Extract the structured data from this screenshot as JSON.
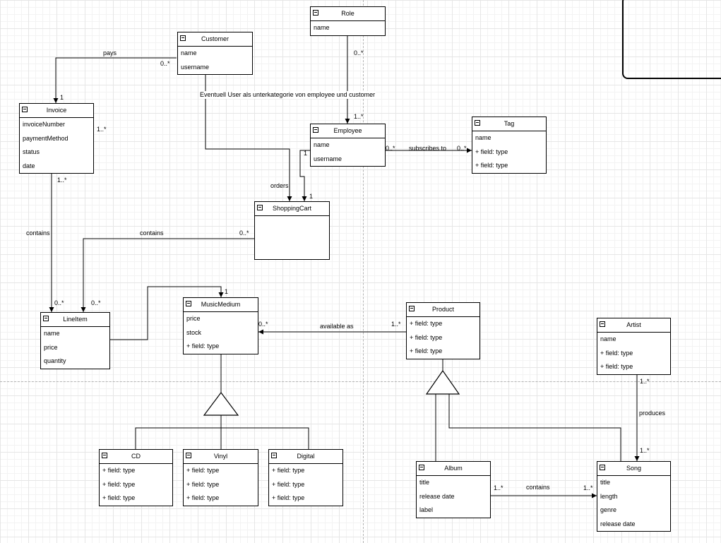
{
  "classes": {
    "role": {
      "name": "Role",
      "fields": [
        "name"
      ]
    },
    "customer": {
      "name": "Customer",
      "fields": [
        "name",
        "username"
      ]
    },
    "invoice": {
      "name": "Invoice",
      "fields": [
        "invoiceNumber",
        "paymentMethod",
        "status",
        "date"
      ]
    },
    "employee": {
      "name": "Employee",
      "fields": [
        "name",
        "username"
      ]
    },
    "tag": {
      "name": "Tag",
      "fields": [
        "name",
        "+ field: type",
        "+ field: type"
      ]
    },
    "shoppingcart": {
      "name": "ShoppingCart",
      "fields": []
    },
    "lineitem": {
      "name": "LineItem",
      "fields": [
        "name",
        "price",
        "quantity"
      ]
    },
    "musicmedium": {
      "name": "MusicMedium",
      "fields": [
        "price",
        "stock",
        "+ field: type"
      ]
    },
    "product": {
      "name": "Product",
      "fields": [
        "+ field: type",
        "+ field: type",
        "+ field: type"
      ]
    },
    "artist": {
      "name": "Artist",
      "fields": [
        "name",
        "+ field: type",
        "+ field: type"
      ]
    },
    "cd": {
      "name": "CD",
      "fields": [
        "+ field: type",
        "+ field: type",
        "+ field: type"
      ]
    },
    "vinyl": {
      "name": "Vinyl",
      "fields": [
        "+ field: type",
        "+ field: type",
        "+ field: type"
      ]
    },
    "digital": {
      "name": "Digital",
      "fields": [
        "+ field: type",
        "+ field: type",
        "+ field: type"
      ]
    },
    "album": {
      "name": "Album",
      "fields": [
        "title",
        "release date",
        "label"
      ]
    },
    "song": {
      "name": "Song",
      "fields": [
        "title",
        "length",
        "genre",
        "release date"
      ]
    }
  },
  "labels": {
    "pays": "pays",
    "pays_mult_customer": "0..*",
    "pays_mult_invoice": "1",
    "note": "Eventuell User als unterkategorie von employee und customer",
    "role_mult_top": "0..*",
    "role_mult_employee": "1..*",
    "subscribes": "subscribes to",
    "subscribes_mult_left": "0..*",
    "subscribes_mult_right": "0..*",
    "invoice_mult_right": "1..*",
    "invoice_mult_bottom": "1..*",
    "employee_cart_1": "1",
    "orders": "orders",
    "cart_mult_1": "1",
    "contains_invoice": "contains",
    "contains_cart": "contains",
    "cart_contains_mult": "0..*",
    "lineitem_mult_left": "0..*",
    "lineitem_mult_right": "0..*",
    "musicmedium_mult_top": "1",
    "available_as": "available as",
    "available_mult_mm": "0..*",
    "available_mult_product": "1..*",
    "artist_mult": "1..*",
    "produces": "produces",
    "song_mult_top": "1..*",
    "album_contains": "contains",
    "album_mult": "1..*",
    "song_mult_left": "1..*"
  }
}
